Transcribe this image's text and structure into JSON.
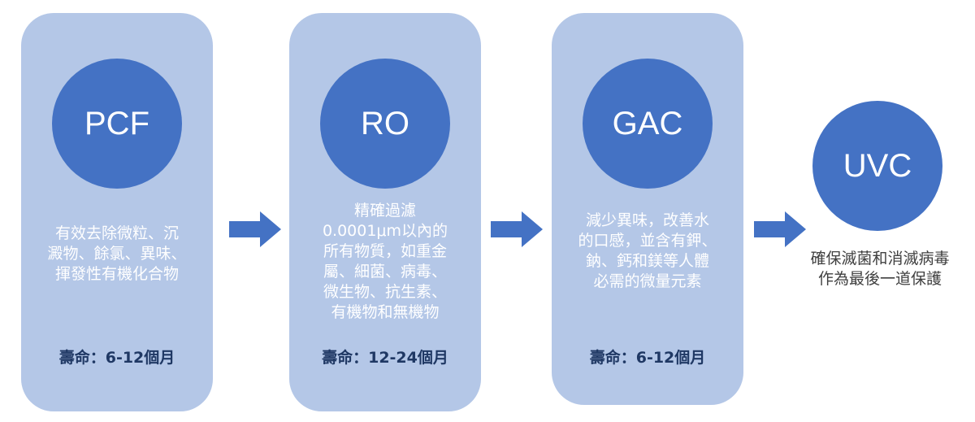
{
  "stages": {
    "pcf": {
      "name": "PCF",
      "description": "有效去除微粒、沉\n澱物、餘氯、異味、\n揮發性有機化合物",
      "lifespan": "壽命：6-12個月"
    },
    "ro": {
      "name": "RO",
      "description": "精確過濾\n0.0001μm以內的\n所有物質，如重金\n屬、細菌、病毒、\n微生物、抗生素、\n有機物和無機物",
      "lifespan": "壽命：12-24個月"
    },
    "gac": {
      "name": "GAC",
      "description": "減少異味，改善水\n的口感，並含有鉀、\n鈉、鈣和鎂等人體\n必需的微量元素",
      "lifespan": "壽命：6-12個月"
    },
    "uvc": {
      "name": "UVC",
      "description": "確保滅菌和消滅病毒\n作為最後一道保護"
    }
  },
  "colors": {
    "card_bg": "#b4c7e7",
    "circle_bg": "#4472c4",
    "arrow": "#4472c4",
    "lifespan_text": "#1f3864",
    "uvc_text": "#404040"
  }
}
